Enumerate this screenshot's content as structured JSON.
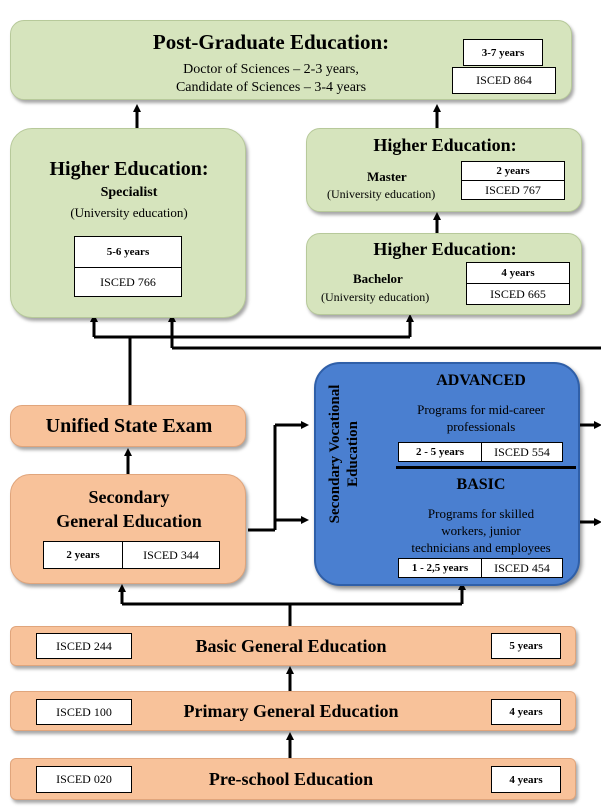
{
  "postgrad": {
    "title": "Post-Graduate Education:",
    "line1": "Doctor of Sciences – 2-3 years,",
    "line2": "Candidate of Sciences – 3-4 years",
    "years": "3-7 years",
    "isced": "ISCED 864"
  },
  "specialist": {
    "title": "Higher Education:",
    "subtitle": "Specialist",
    "note": "(University education)",
    "years": "5-6 years",
    "isced": "ISCED 766"
  },
  "master": {
    "title": "Higher Education:",
    "subtitle": "Master",
    "note": "(University education)",
    "years": "2 years",
    "isced": "ISCED 767"
  },
  "bachelor": {
    "title": "Higher Education:",
    "subtitle": "Bachelor",
    "note": "(University education)",
    "years": "4 years",
    "isced": "ISCED 665"
  },
  "exam": {
    "title": "Unified State Exam"
  },
  "secondary_general": {
    "title_line1": "Secondary",
    "title_line2": "General Education",
    "years": "2 years",
    "isced": "ISCED 344"
  },
  "vocational": {
    "side_line1": "Secondary Vocational",
    "side_line2": "Education",
    "advanced": {
      "title": "ADVANCED",
      "line1": "Programs for mid-career",
      "line2": "professionals",
      "years": "2 - 5 years",
      "isced": "ISCED 554"
    },
    "basic": {
      "title": "BASIC",
      "line1": "Programs for skilled",
      "line2": "workers, junior",
      "line3": "technicians and employees",
      "years": "1 - 2,5 years",
      "isced": "ISCED 454"
    }
  },
  "basic_general": {
    "title": "Basic General Education",
    "isced": "ISCED 244",
    "years": "5 years"
  },
  "primary": {
    "title": "Primary General Education",
    "isced": "ISCED 100",
    "years": "4 years"
  },
  "preschool": {
    "title": "Pre-school Education",
    "isced": "ISCED 020",
    "years": "4 years"
  }
}
